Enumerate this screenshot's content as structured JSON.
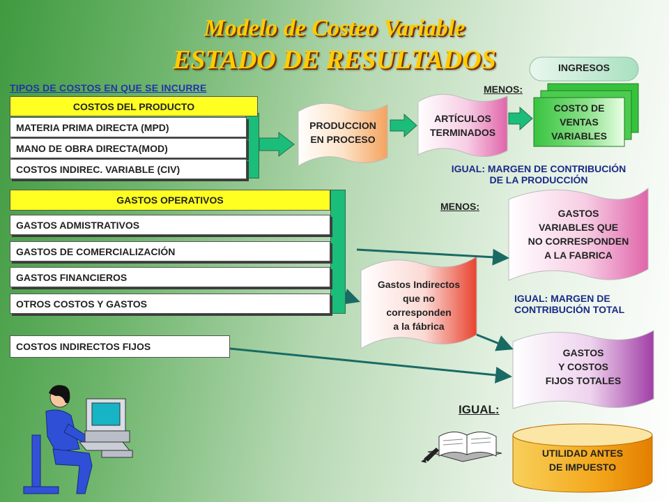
{
  "title": {
    "line1": "Modelo de Costeo Variable",
    "line2": "ESTADO DE RESULTADOS"
  },
  "section_title": "TIPOS DE COSTOS EN QUE SE INCURRE",
  "product_costs": {
    "header": "COSTOS DEL PRODUCTO",
    "items": [
      "MATERIA PRIMA DIRECTA (MPD)",
      "MANO DE OBRA DIRECTA(MOD)",
      "COSTOS INDIREC. VARIABLE (CIV)"
    ]
  },
  "operating_expenses": {
    "header": "GASTOS OPERATIVOS",
    "items": [
      "GASTOS ADMISTRATIVOS",
      "GASTOS  DE COMERCIALIZACIÓN",
      "GASTOS FINANCIEROS",
      "OTROS COSTOS Y GASTOS"
    ]
  },
  "fixed_costs": "COSTOS INDIRECTOS FIJOS",
  "flow": {
    "production": [
      "PRODUCCION",
      "EN PROCESO"
    ],
    "finished": [
      "ARTÍCULOS",
      "TERMINADOS"
    ],
    "revenue": "INGRESOS",
    "less1": "MENOS:",
    "cost_of_sales": [
      "COSTO DE",
      "VENTAS",
      "VARIABLES"
    ],
    "equal1": [
      "IGUAL: MARGEN DE CONTRIBUCIÓN",
      "DE LA PRODUCCIÓN"
    ],
    "less2": "MENOS:",
    "variable_expenses": [
      "GASTOS",
      "VARIABLES QUE",
      "NO CORRESPONDEN",
      "A LA FABRICA"
    ],
    "indirect_expenses": [
      "Gastos Indirectos",
      "que no",
      "corresponden",
      "a la fábrica"
    ],
    "equal2": [
      "IGUAL: MARGEN DE",
      "CONTRIBUCIÓN TOTAL"
    ],
    "fixed_total": [
      "GASTOS",
      "Y  COSTOS",
      "FIJOS TOTALES"
    ],
    "equal3": "IGUAL:",
    "result": [
      "UTILIDAD ANTES",
      "DE IMPUESTO"
    ]
  },
  "icons": {
    "person": "person-at-computer-icon",
    "book": "book-and-pen-icon"
  },
  "colors": {
    "title": "#ffcc00",
    "bracket": "#1bbd7a",
    "label_blue": "#1a2a88",
    "header_yellow": "#ffff22"
  }
}
